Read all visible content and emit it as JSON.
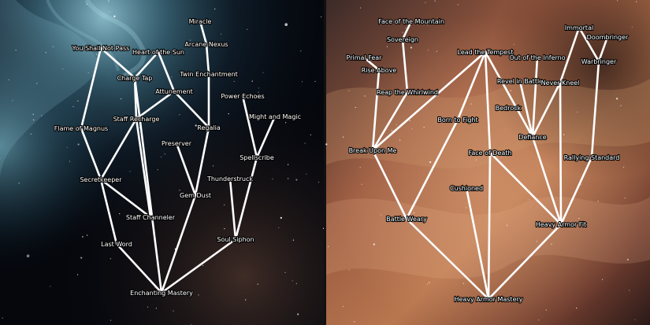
{
  "colors": {
    "left_bg_dark": "#05070d",
    "left_nebula": "#6fb3c9",
    "right_bg": "#8a4e3c",
    "right_bg_light": "#c98a68",
    "line": "#ffffff",
    "label": "#ffffff"
  },
  "trees": [
    {
      "name": "left",
      "labels": {
        "miracle": "Miracle",
        "arcane_nexus": "Arcane Nexus",
        "you_shall_not_pass": "You Shall Not Pass",
        "heart_of_the_sun": "Heart of the Sun",
        "charge_tap": "Charge Tap",
        "twin_enchantment": "Twin Enchantment",
        "attunement": "Attunement",
        "power_echoes": "Power Echoes",
        "might_and_magic": "Might and Magic",
        "staff_recharge": "Staff Recharge",
        "regalia": "Regalia",
        "flame_of_magnus": "Flame of Magnus",
        "preserver": "Preserver",
        "spellscribe": "Spellscribe",
        "secretkeeper": "Secretkeeper",
        "thunderstruck": "Thunderstruck",
        "gem_dust": "Gem Dust",
        "staff_channeler": "Staff Channeler",
        "soul_siphon": "Soul Siphon",
        "last_word": "Last Word",
        "enchanting_mastery": "Enchanting Mastery"
      }
    },
    {
      "name": "right",
      "labels": {
        "face_of_the_mountain": "Face of the Mountain",
        "immortal": "Immortal",
        "sovereign": "Sovereign",
        "doombringer": "Doombringer",
        "primal_fear": "Primal Fear",
        "lead_the_tempest": "Lead the Tempest",
        "out_of_the_inferno": "Out of the Inferno",
        "warbringer": "Warbringer",
        "rise_above": "Rise Above",
        "revel_in_battle": "Revel in Battle",
        "never_kneel": "Never Kneel",
        "reap_the_whirlwind": "Reap the Whirlwind",
        "bedrock": "Bedrock",
        "born_to_fight": "Born to Fight",
        "defiance": "Defiance",
        "break_upon_me": "Break Upon Me",
        "face_of_death": "Face of Death",
        "rallying_standard": "Rallying Standard",
        "cushioned": "Cushioned",
        "battle_weary": "Battle Weary",
        "heavy_armor_fit": "Heavy Armor Fit",
        "heavy_armor_mastery": "Heavy Armor Mastery"
      }
    }
  ]
}
